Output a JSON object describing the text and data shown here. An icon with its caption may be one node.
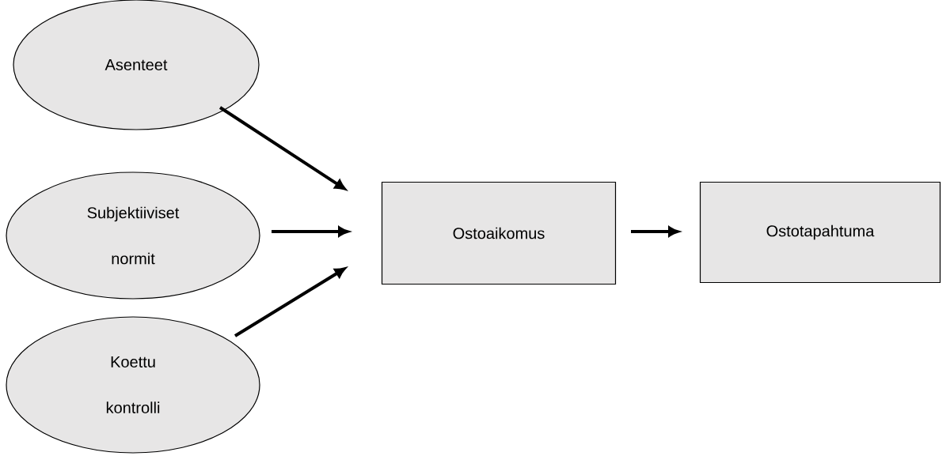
{
  "diagram": {
    "nodes": [
      {
        "text": [
          "Asenteet"
        ]
      },
      {
        "text": [
          "Subjektiiviset normit"
        ]
      },
      {
        "text": [
          "Koettu kontrolli"
        ]
      },
      {
        "text": [
          "Ostoaikomus"
        ]
      },
      {
        "text": [
          "Ostotapahtuma"
        ]
      }
    ],
    "edges": [
      {
        "from": 0,
        "to": 3,
        "arrow": "to"
      },
      {
        "from": 1,
        "to": 3,
        "arrow": "to"
      },
      {
        "from": 2,
        "to": 3,
        "arrow": "to"
      },
      {
        "from": 3,
        "to": 4,
        "arrow": "to"
      }
    ]
  }
}
